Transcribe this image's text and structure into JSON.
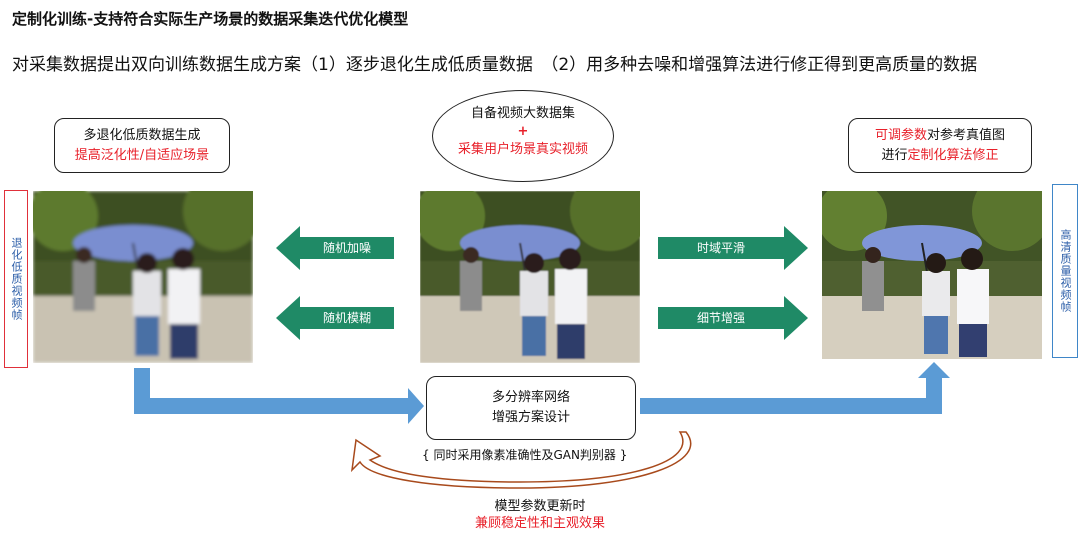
{
  "header": {
    "title": "定制化训练-支持符合实际生产场景的数据采集迭代优化模型",
    "subtitle": "对采集数据提出双向训练数据生成方案（1）逐步退化生成低质量数据　（2）用多种去噪和增强算法进行修正得到更高质量的数据"
  },
  "left_box": {
    "line1": "多退化低质数据生成",
    "line2": "提高泛化性/自适应场景"
  },
  "center_ellipse": {
    "line1": "自备视频大数据集",
    "plus": "+",
    "line2": "采集用户场景真实视频"
  },
  "right_box": {
    "line1_red": "可调参数",
    "line1_rest": "对参考真值图",
    "line2_pre": "进行",
    "line2_red": "定制化算法修正"
  },
  "left_side_label": "退化低质视频帧",
  "right_side_label": "高清质量视频帧",
  "arrows": {
    "left_top": "随机加噪",
    "left_bottom": "随机模糊",
    "right_top": "时域平滑",
    "right_bottom": "细节增强"
  },
  "network_box": {
    "line1": "多分辨率网络",
    "line2": "增强方案设计"
  },
  "gan_note": "{ 同时采用像素准确性及GAN判别器 }",
  "bottom_note": {
    "line1": "模型参数更新时",
    "line2": "兼顾稳定性和主观效果"
  },
  "colors": {
    "green_arrow": "#1f8a66",
    "blue_arrow": "#5b9bd5",
    "brown_arrow": "#a84a1c",
    "red_text": "#e8202a",
    "left_label_border": "#e0303a",
    "right_label_border": "#3f86c8"
  }
}
